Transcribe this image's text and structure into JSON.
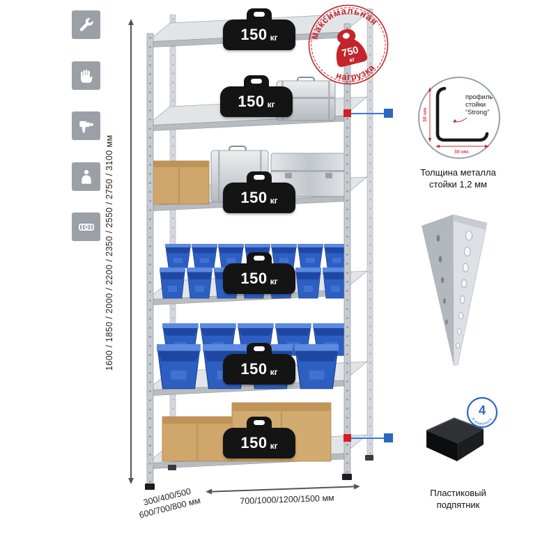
{
  "stamp": {
    "top_text": "максимальная",
    "bottom_text": "нагрузка",
    "value": "750",
    "unit": "кг"
  },
  "shelves": [
    {
      "value": "150",
      "unit": "кг"
    },
    {
      "value": "150",
      "unit": "кг"
    },
    {
      "value": "150",
      "unit": "кг"
    },
    {
      "value": "150",
      "unit": "кг"
    },
    {
      "value": "150",
      "unit": "кг"
    },
    {
      "value": "150",
      "unit": "кг"
    }
  ],
  "dimensions": {
    "height": "1600 / 1850 / 2000 / 2200 / 2350 / 2550 / 2750 / 3100 мм",
    "depth_line1": "300/400/500",
    "depth_line2": "600/700/800 мм",
    "width": "700/1000/1200/1500 мм"
  },
  "profile_callout": {
    "word1": "профиль",
    "word2": "стойки",
    "word3": "“Strong”",
    "dim_vertical": "38 мм",
    "dim_horizontal": "38 мм.",
    "caption_line1": "Толщина металла",
    "caption_line2": "стойки 1,2 мм"
  },
  "foot_callout": {
    "badge_number": "4",
    "badge_text": "в комплекте",
    "caption_line1": "Пластиковый",
    "caption_line2": "подпятник"
  },
  "icons": [
    "wrench",
    "gloves",
    "drill",
    "person",
    "level"
  ],
  "colors": {
    "stamp_red": "#c4242b",
    "marker_red": "#d21f26",
    "callout_blue": "#2b66c4",
    "bin_blue": "#2d5fc3"
  }
}
